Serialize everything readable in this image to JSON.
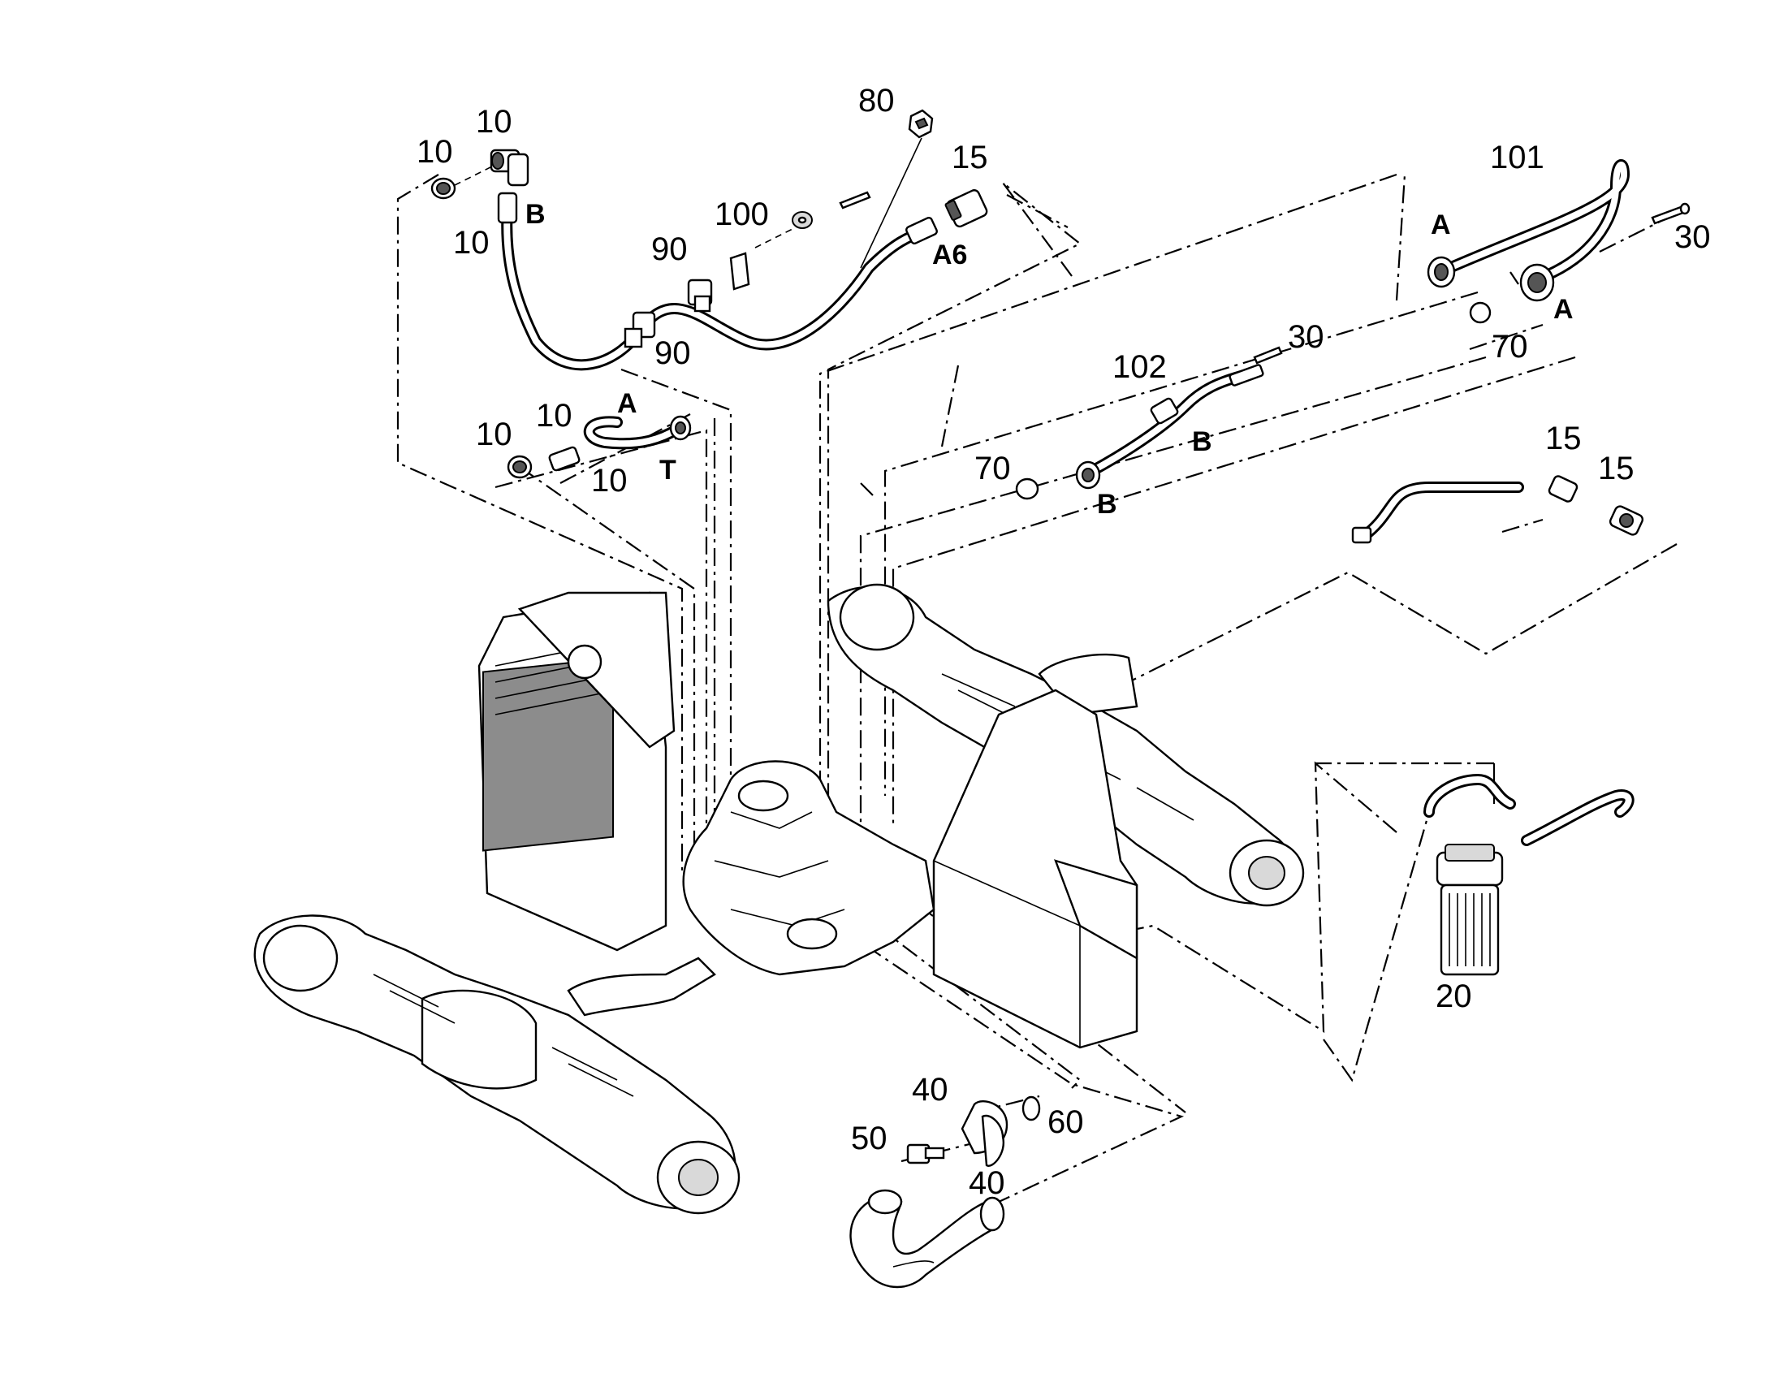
{
  "labels": {
    "l10a": "10",
    "l10b": "10",
    "l10c": "10",
    "l10d": "10",
    "l10e": "10",
    "l10f": "10",
    "l15a": "15",
    "l15b": "15",
    "l15c": "15",
    "l20": "20",
    "l30a": "30",
    "l30b": "30",
    "l40a": "40",
    "l40b": "40",
    "l50": "50",
    "l60": "60",
    "l70a": "70",
    "l70b": "70",
    "l80": "80",
    "l90a": "90",
    "l90b": "90",
    "l100": "100",
    "l101": "101",
    "l102": "102",
    "pA1": "A",
    "pA2": "A",
    "pA3": "A",
    "pA6": "A6",
    "pB1": "B",
    "pB2": "B",
    "pB3": "B",
    "pT": "T"
  },
  "colors": {
    "line": "#000000",
    "background": "#ffffff",
    "radiator_core": "#8c8c8c"
  }
}
